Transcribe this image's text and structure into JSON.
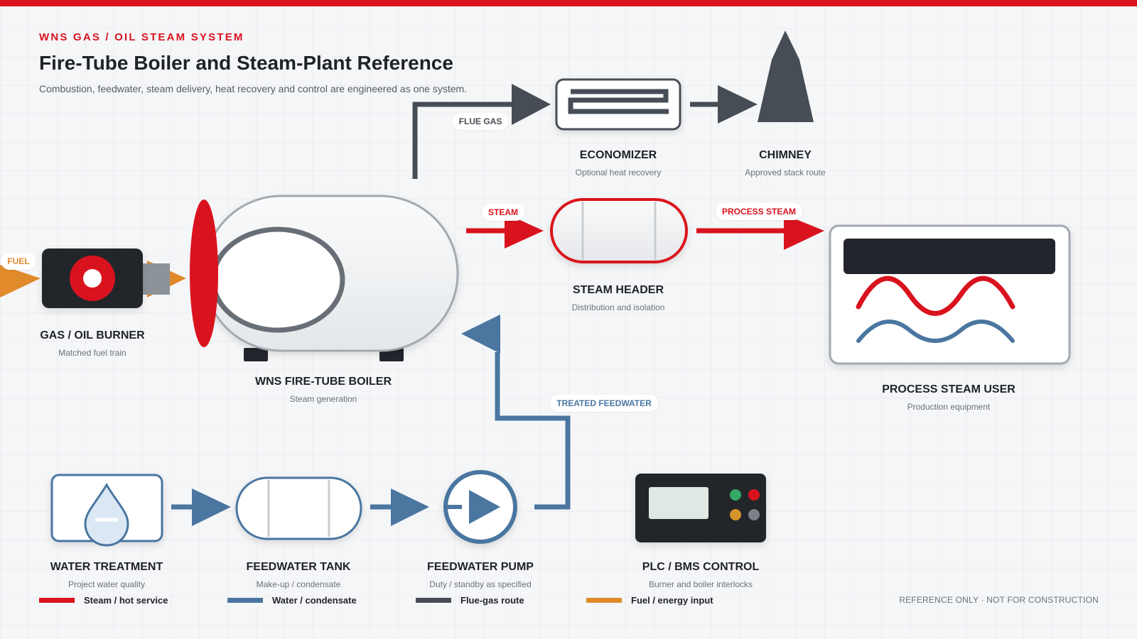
{
  "header": {
    "eyebrow": "WNS GAS / OIL STEAM SYSTEM",
    "title": "Fire-Tube Boiler and Steam-Plant Reference",
    "subtitle": "Combustion, feedwater, steam delivery, heat recovery and control are engineered as one system."
  },
  "colors": {
    "steam": "#d9131e",
    "water": "#4a76a0",
    "flue": "#464d55",
    "fuel": "#e08a2b",
    "dark": "#23252c"
  },
  "components": {
    "burner": {
      "name": "GAS / OIL BURNER",
      "desc": "Matched fuel train",
      "icon": "burner-icon"
    },
    "boiler": {
      "name": "WNS FIRE-TUBE BOILER",
      "desc": "Steam generation",
      "icon": "boiler-icon"
    },
    "economizer": {
      "name": "ECONOMIZER",
      "desc": "Optional heat recovery",
      "icon": "economizer-icon"
    },
    "chimney": {
      "name": "CHIMNEY",
      "desc": "Approved stack route",
      "icon": "chimney-icon"
    },
    "steam_header": {
      "name": "STEAM HEADER",
      "desc": "Distribution and isolation",
      "icon": "header-drum-icon"
    },
    "process_user": {
      "name": "PROCESS STEAM USER",
      "desc": "Production equipment",
      "icon": "process-equipment-icon"
    },
    "water_treatment": {
      "name": "WATER TREATMENT",
      "desc": "Project water quality",
      "icon": "water-drop-icon"
    },
    "feedwater_tank": {
      "name": "FEEDWATER TANK",
      "desc": "Make-up / condensate",
      "icon": "tank-icon"
    },
    "feedwater_pump": {
      "name": "FEEDWATER PUMP",
      "desc": "Duty / standby as specified",
      "icon": "pump-icon"
    },
    "plc": {
      "name": "PLC / BMS CONTROL",
      "desc": "Burner and boiler interlocks",
      "icon": "control-panel-icon"
    }
  },
  "flow_labels": {
    "fuel": "FUEL",
    "flue_gas": "FLUE GAS",
    "steam": "STEAM",
    "process_steam": "PROCESS STEAM",
    "treated_feedwater": "TREATED FEEDWATER"
  },
  "legend": [
    {
      "label": "Steam / hot service",
      "color": "#d9131e"
    },
    {
      "label": "Water / condensate",
      "color": "#4a76a0"
    },
    {
      "label": "Flue-gas route",
      "color": "#464d55"
    },
    {
      "label": "Fuel / energy input",
      "color": "#e08a2b"
    }
  ],
  "footnote": "REFERENCE ONLY · NOT FOR CONSTRUCTION"
}
